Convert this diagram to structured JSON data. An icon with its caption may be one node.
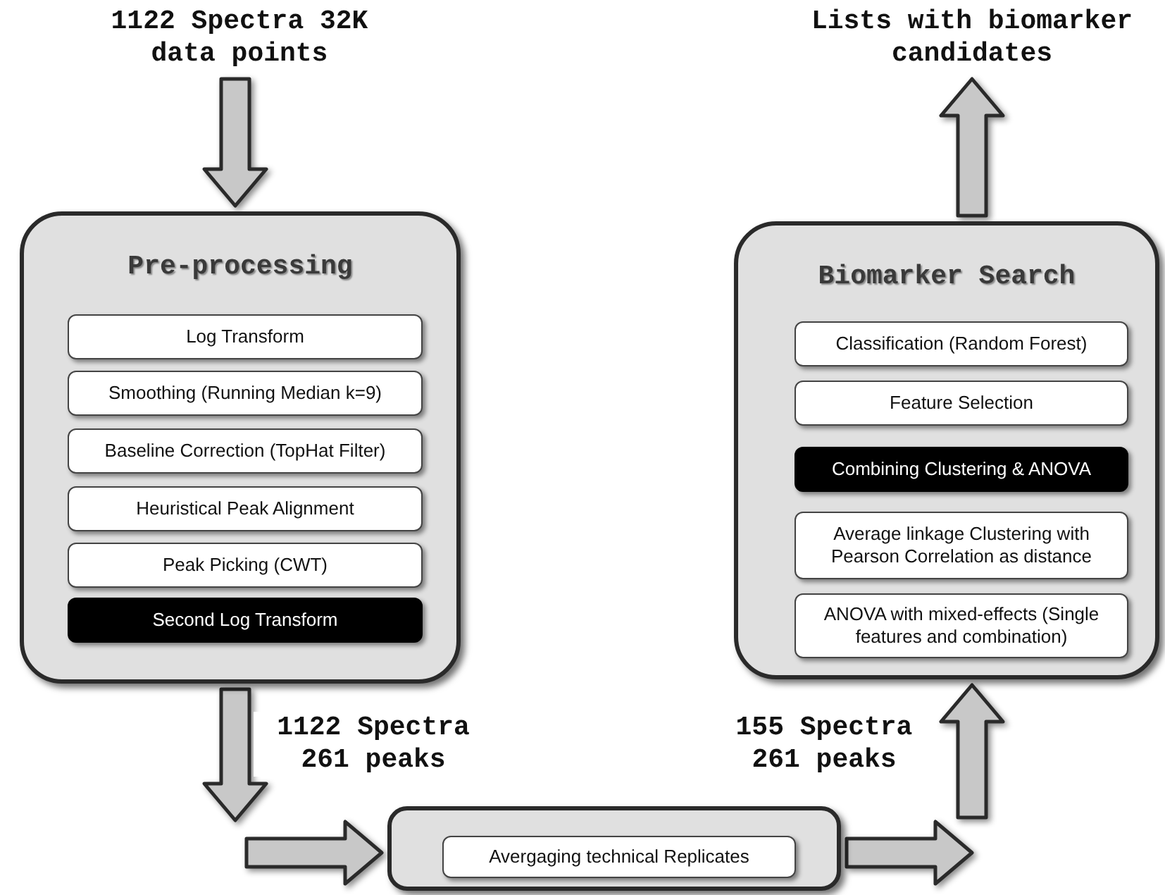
{
  "diagram": {
    "nodes": [
      {
        "text": [
          "1122 Spectra 32K data points"
        ]
      },
      {
        "text": [
          "Pre-processing"
        ]
      },
      {
        "text": [
          "Log Transform"
        ],
        "in": 1
      },
      {
        "text": [
          "Smoothing (Running Median k=9)"
        ],
        "in": 1
      },
      {
        "text": [
          "Baseline Correction (TopHat Filter)"
        ],
        "in": 1
      },
      {
        "text": [
          "Heuristical Peak Alignment"
        ],
        "in": 1
      },
      {
        "text": [
          "Peak Picking (CWT)"
        ],
        "in": 1
      },
      {
        "text": [
          "Second Log Transform"
        ],
        "in": 1
      },
      {
        "text": [],
        "shape": "box"
      },
      {
        "text": [
          "Avergaging technical Replicates"
        ],
        "in": 8
      },
      {
        "text": [
          "Biomarker Search"
        ]
      },
      {
        "text": [
          "Classification (Random Forest)"
        ],
        "in": 10
      },
      {
        "text": [
          "Feature Selection"
        ],
        "in": 10
      },
      {
        "text": [
          "Combining Clustering & ANOVA"
        ],
        "in": 10
      },
      {
        "text": [
          "Average linkage Clustering with Pearson Correlation as distance"
        ],
        "in": 10
      },
      {
        "text": [
          "ANOVA with mixed-effects (Single features and combination)"
        ],
        "in": 10
      },
      {
        "text": [
          "Lists with biomarker candidates"
        ]
      }
    ],
    "edges": [
      {
        "from": 0,
        "to": 1,
        "arrow": "to"
      },
      {
        "from": 1,
        "to": null,
        "arrow": "to",
        "label": "1122 Spectra 261 peaks"
      },
      {
        "from": null,
        "to": 8,
        "arrow": "to"
      },
      {
        "from": 8,
        "to": null,
        "arrow": "to"
      },
      {
        "from": null,
        "to": 10,
        "arrow": "to",
        "label": "155 Spectra 261 peaks"
      },
      {
        "from": 10,
        "to": 16,
        "arrow": "to"
      }
    ]
  }
}
